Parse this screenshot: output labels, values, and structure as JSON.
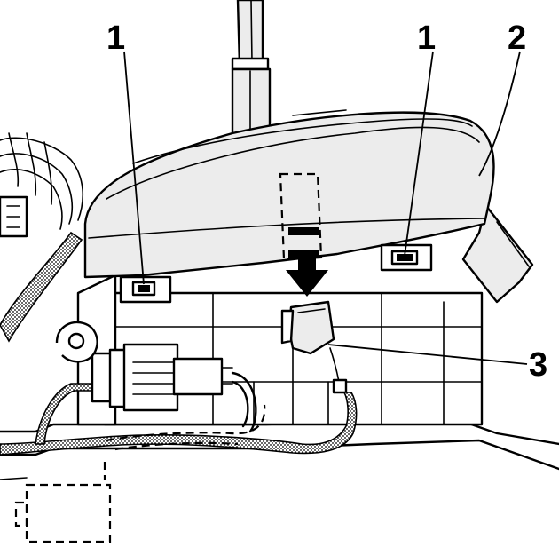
{
  "callouts": {
    "label_1a": "1",
    "label_1b": "1",
    "label_2": "2",
    "label_3": "3"
  },
  "colors": {
    "line": "#000000",
    "background": "#ffffff",
    "shading": "#ececec"
  }
}
